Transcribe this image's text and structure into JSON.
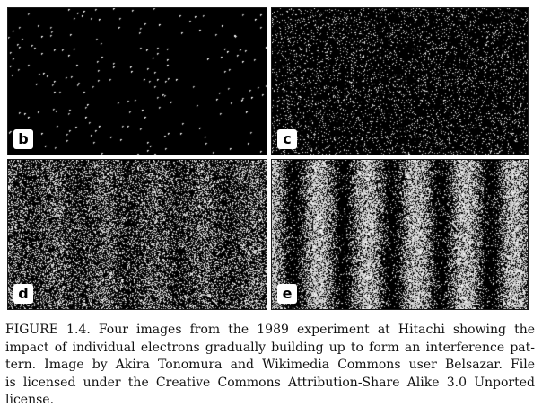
{
  "figure": {
    "panels": [
      {
        "id": "b",
        "label": "b",
        "density": 0.0045,
        "fringes": 0
      },
      {
        "id": "c",
        "label": "c",
        "density": 0.09,
        "fringes": 0
      },
      {
        "id": "d",
        "label": "d",
        "density": 0.3,
        "fringes": 0.35
      },
      {
        "id": "e",
        "label": "e",
        "density": 0.42,
        "fringes": 1.0
      }
    ],
    "caption_lines": [
      "FIGURE 1.4. Four images from the 1989 experiment at Hitachi showing the",
      "impact of individual electrons gradually building up to form an interference pat-",
      "tern. Image by Akira Tonomura and Wikimedia Commons user Belsazar. File",
      "is licensed under the Creative Commons Attribution-Share Alike 3.0 Unported",
      "license."
    ]
  }
}
